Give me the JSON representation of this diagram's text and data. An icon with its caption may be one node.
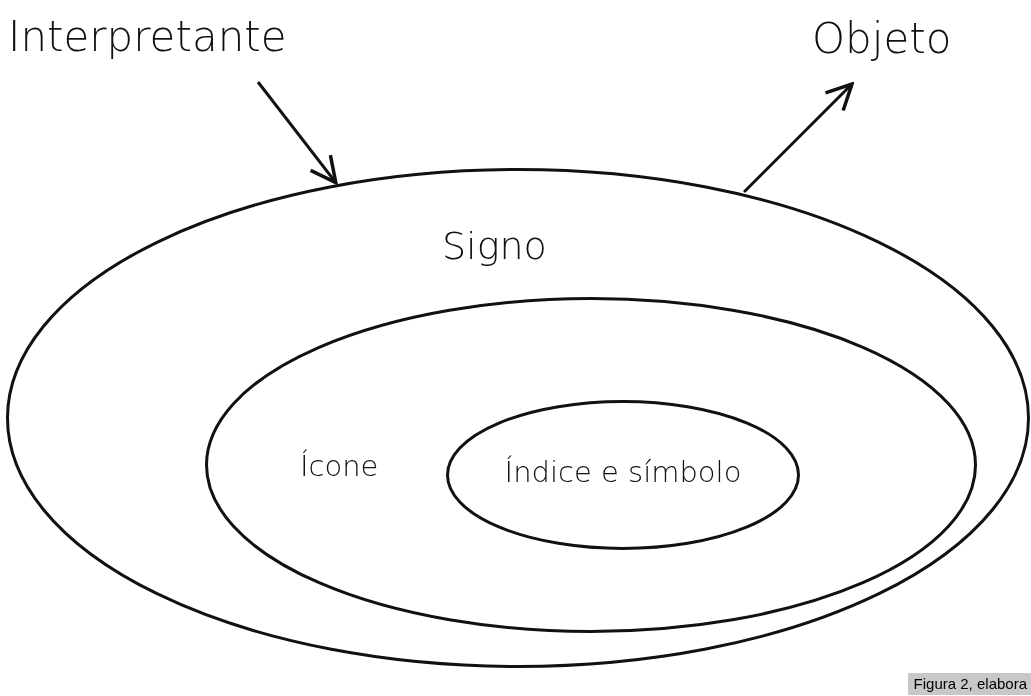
{
  "diagram": {
    "caption": "Figura 2, elabora",
    "nodes": [
      {
        "text": [
          "Interpretante"
        ]
      },
      {
        "text": [
          "Objeto"
        ]
      },
      {
        "text": [
          "Signo"
        ]
      },
      {
        "text": [
          "Ícone"
        ],
        "in": 2
      },
      {
        "text": [
          "Índice e símbolo"
        ],
        "in": 3
      }
    ],
    "edges": [
      {
        "from": 0,
        "to": 2,
        "arrow": "to"
      },
      {
        "from": 2,
        "to": 1,
        "arrow": "to"
      }
    ]
  }
}
